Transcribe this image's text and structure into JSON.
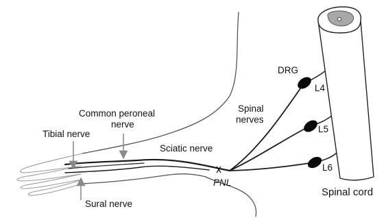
{
  "labels": {
    "drg": "DRG",
    "l4": "L4",
    "l5": "L5",
    "l6": "L6",
    "spinal_nerves_1": "Spinal",
    "spinal_nerves_2": "nerves",
    "common_peroneal_1": "Common peroneal",
    "common_peroneal_2": "nerve",
    "tibial": "Tibial nerve",
    "sciatic": "Sciatic nerve",
    "pnl": "PNL",
    "sural": "Sural nerve",
    "spinal_cord": "Spinal cord"
  }
}
